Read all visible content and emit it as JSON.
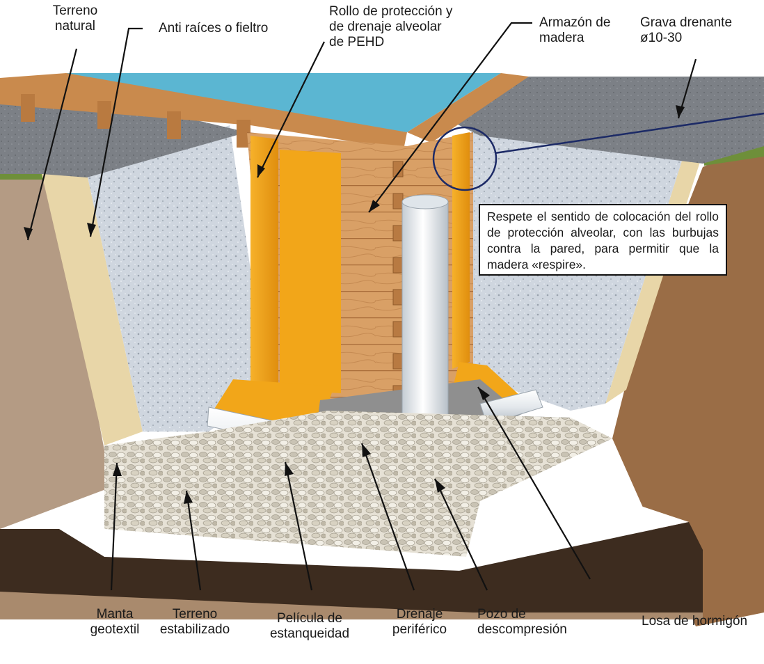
{
  "labels": {
    "terreno_natural": "Terreno\nnatural",
    "anti_raices": "Anti raíces o fieltro",
    "rollo_proteccion": "Rollo de protección y\nde drenaje alveolar\nde PEHD",
    "armazon_madera": "Armazón de\nmadera",
    "grava_drenante": "Grava drenante\nø10-30",
    "manta_geotextil": "Manta\ngeotextil",
    "terreno_estabilizado": "Terreno\nestabilizado",
    "pelicula_estanqueidad": "Película de\nestanqueidad",
    "drenaje_periferico": "Drenaje\nperiférico",
    "pozo_descompresion": "Pozo de\ndescompresión",
    "losa_hormigon": "Losa de hormigón"
  },
  "note": {
    "text": "Respete el sentido de colocación del rollo de protección alveolar, con las burbujas contra la pared, para permitir que la madera «respire»."
  },
  "colors": {
    "water": "#5bb6d2",
    "wood": "#d69a5e",
    "membrane": "#f2a619",
    "gravel_fill": "#cfd6df",
    "concrete": "#8f8f8f",
    "soil": "#9a6d46",
    "geotextile": "#ffffff",
    "pipe": "#e9eef2"
  }
}
